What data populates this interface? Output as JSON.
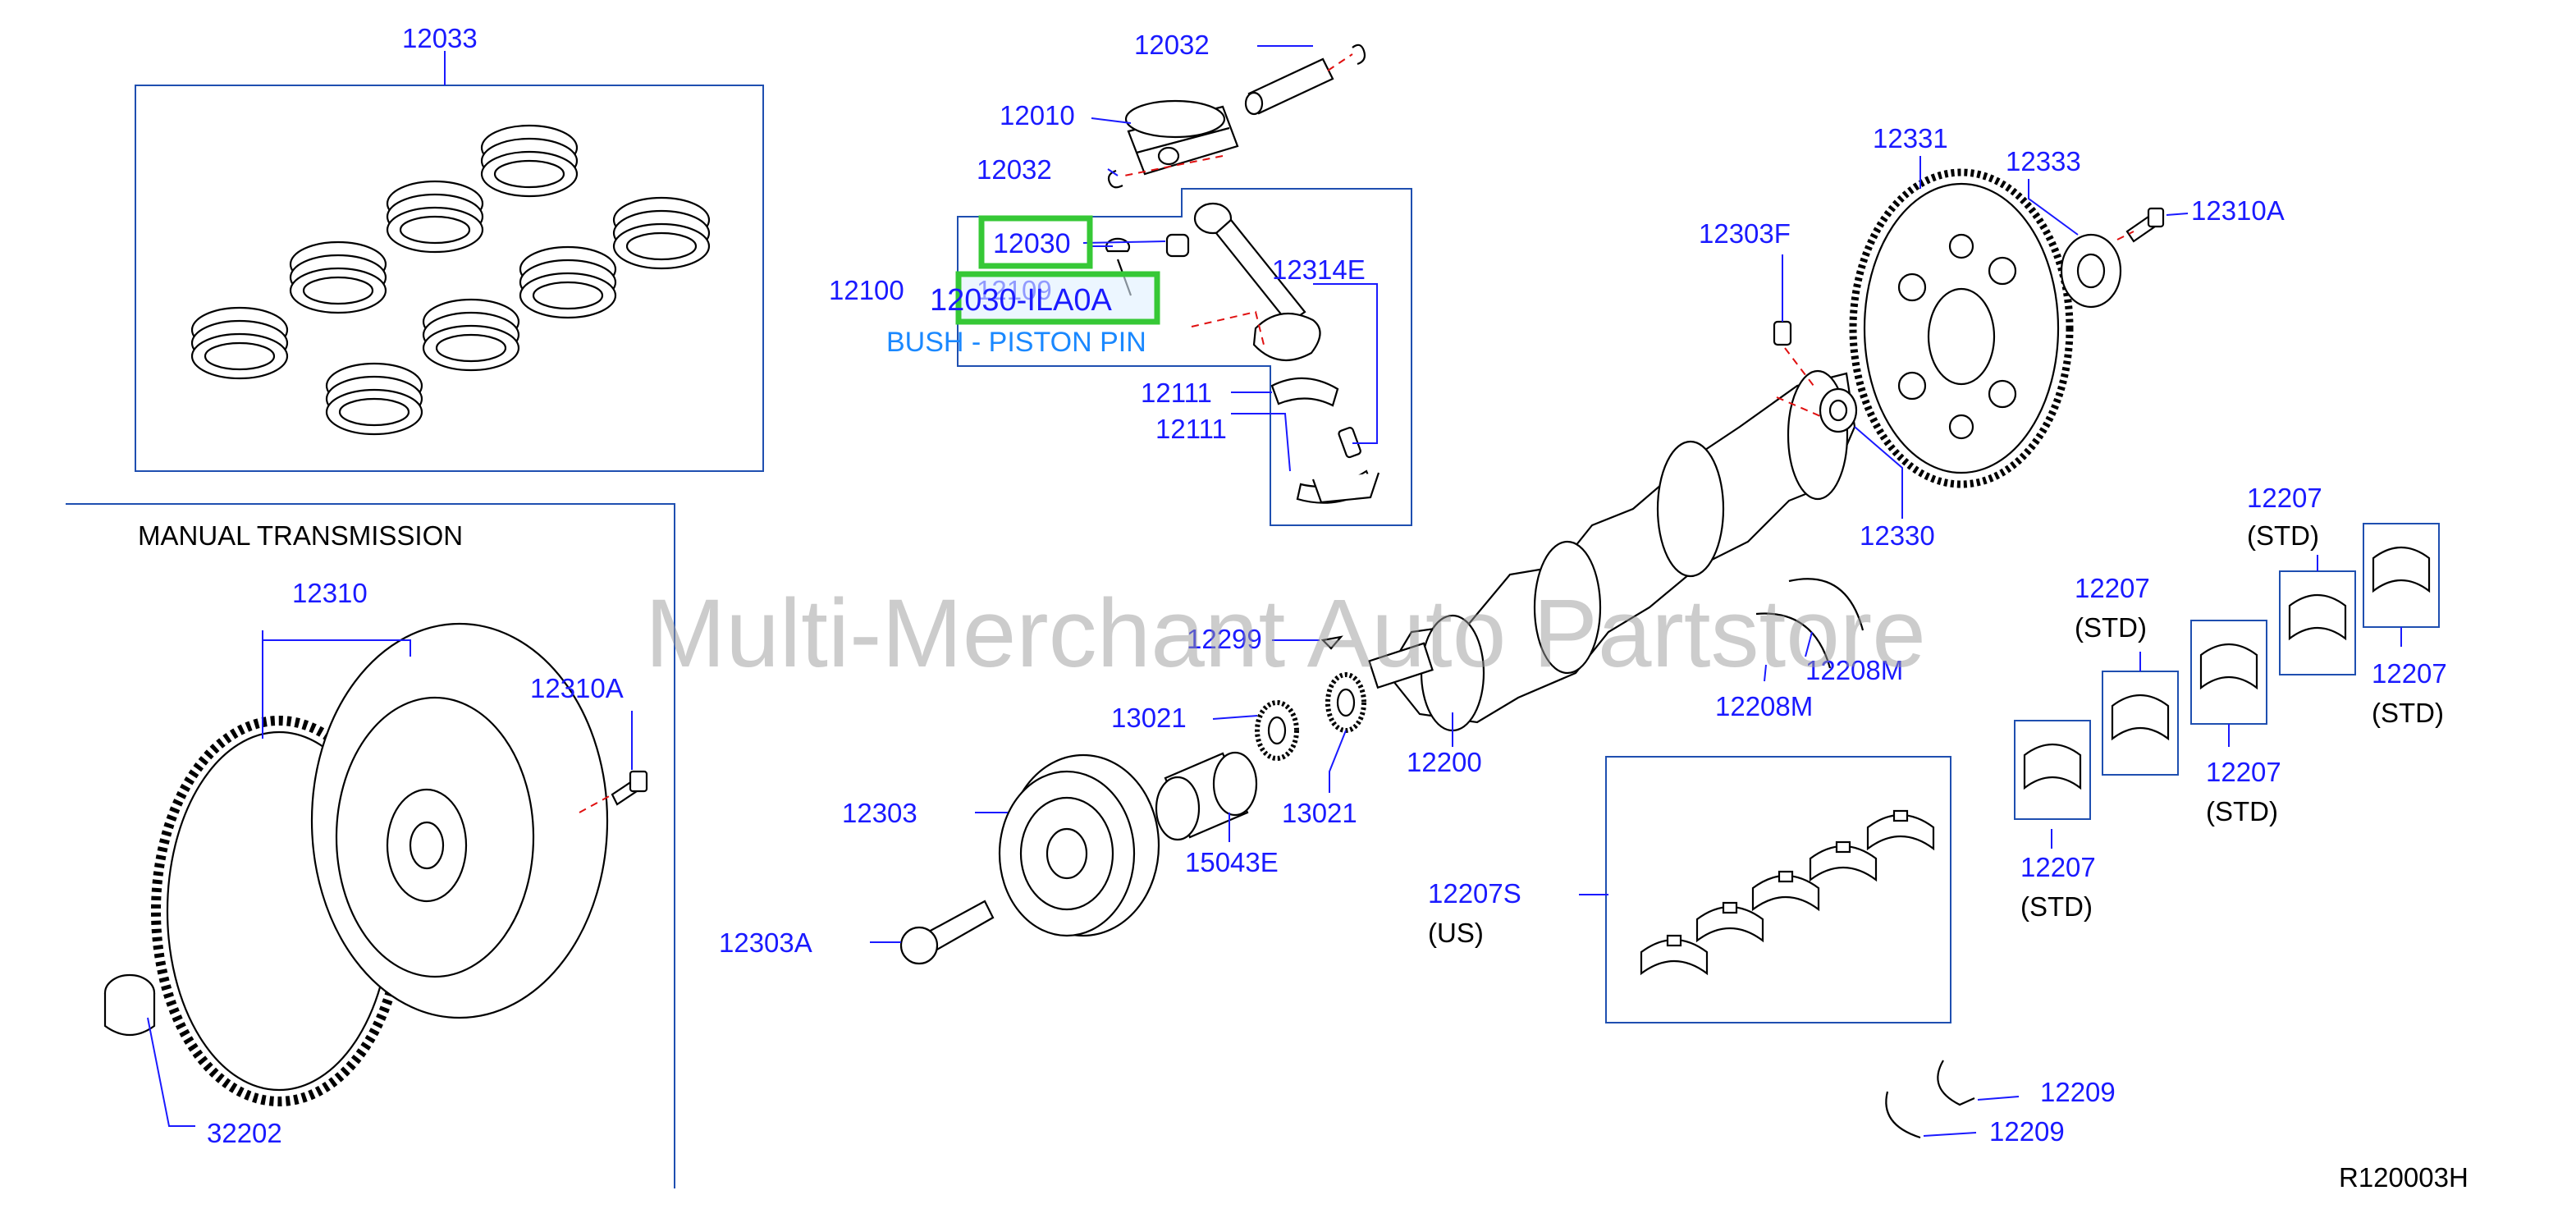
{
  "diagram": {
    "title_section": "MANUAL   TRANSMISSION",
    "watermark": "Multi-Merchant Auto Partstore",
    "ref_code": "R120003H",
    "highlight": {
      "part_primary": "12030",
      "part_secondary": "12030-ILA0A",
      "description": "BUSH - PISTON PIN"
    },
    "labels": {
      "l12033": "12033",
      "l12032a": "12032",
      "l12010": "12010",
      "l12032b": "12032",
      "l12100": "12100",
      "l12109": "12109",
      "l12314E": "12314E",
      "l12111a": "12111",
      "l12111b": "12111",
      "l12331": "12331",
      "l12333": "12333",
      "l12310A_top": "12310A",
      "l12303F": "12303F",
      "l12330": "12330",
      "l12310": "12310",
      "l12310A_left": "12310A",
      "l12299": "12299",
      "l13021a": "13021",
      "l13021b": "13021",
      "l12303": "12303",
      "l15043E": "15043E",
      "l12303A": "12303A",
      "l12200": "12200",
      "l12208Ma": "12208M",
      "l12208Mb": "12208M",
      "l12207S": "12207S",
      "l12207S_us": "(US)",
      "l32202": "32202",
      "l12209a": "12209",
      "l12209b": "12209",
      "std": [
        {
          "num": "12207",
          "note": "(STD)"
        },
        {
          "num": "12207",
          "note": "(STD)"
        },
        {
          "num": "12207",
          "note": "(STD)"
        },
        {
          "num": "12207",
          "note": "(STD)"
        },
        {
          "num": "12207",
          "note": "(STD)"
        }
      ]
    }
  }
}
